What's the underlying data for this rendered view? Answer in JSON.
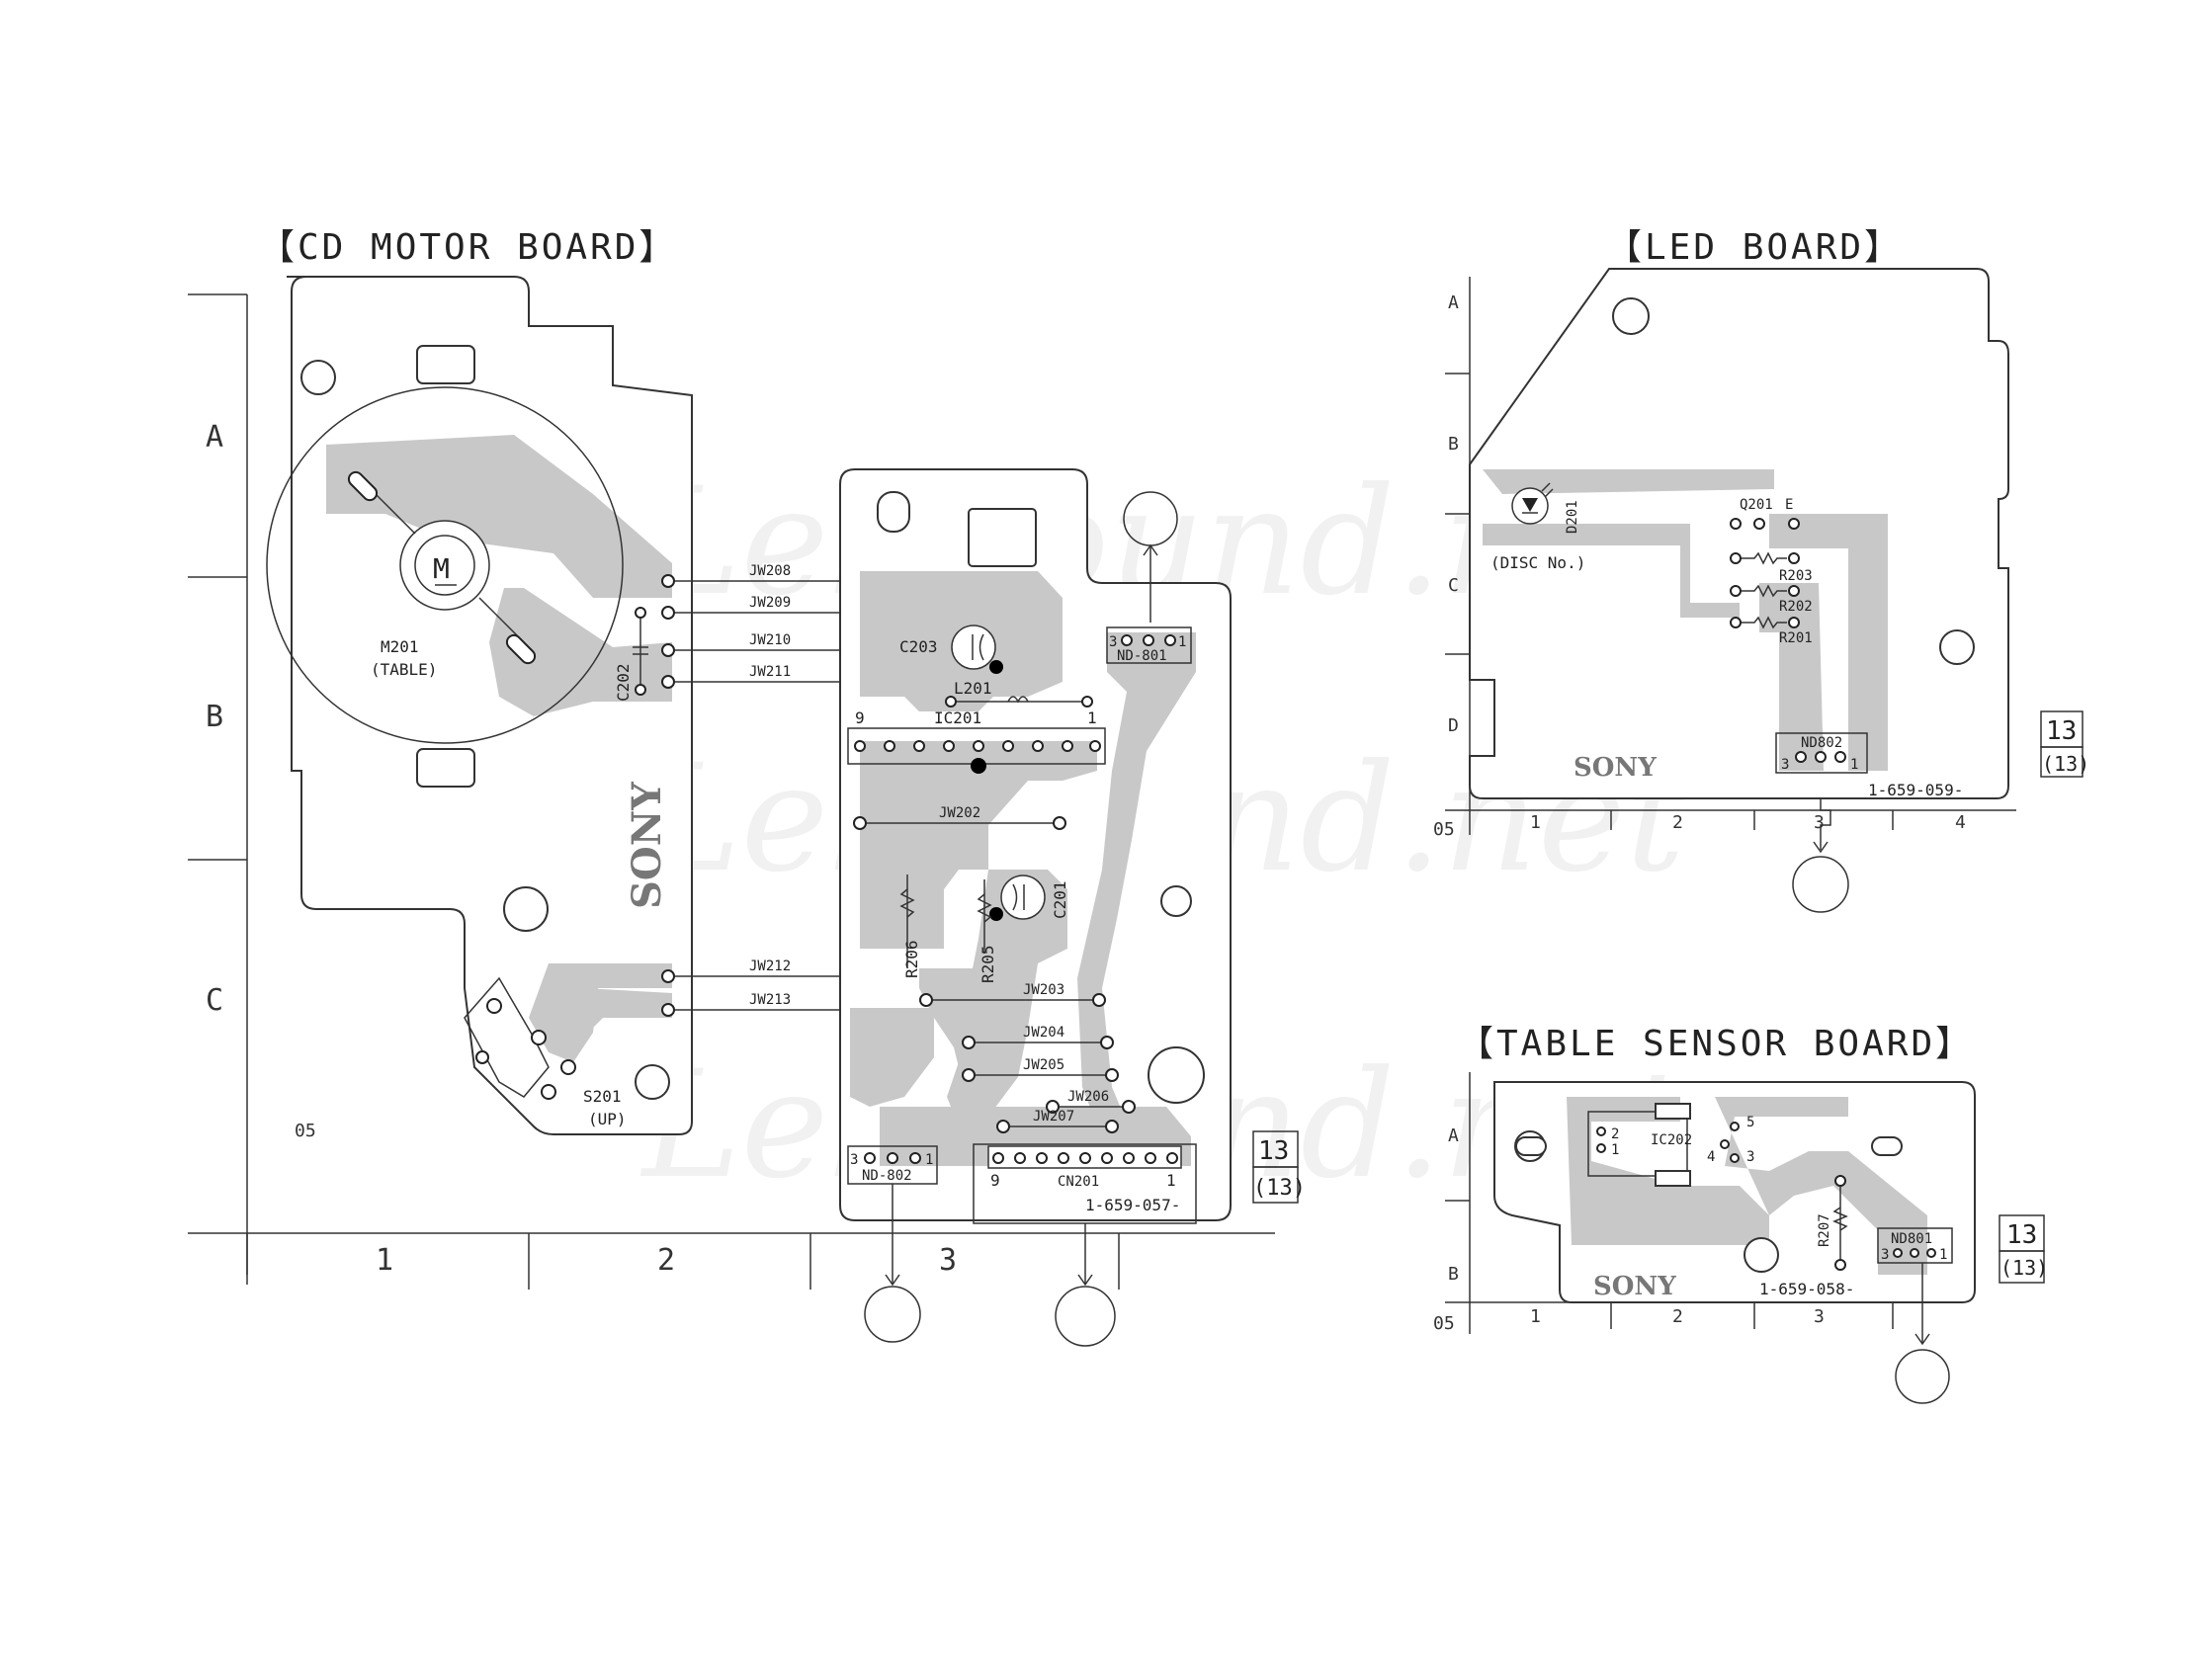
{
  "watermark": "LekSound.net",
  "cd_motor_board": {
    "title": "【CD MOTOR BOARD】",
    "row_labels": [
      "A",
      "B",
      "C"
    ],
    "col_labels": [
      "1",
      "2",
      "3"
    ],
    "corner_code": "05",
    "part_number": "1-659-057-",
    "brand": "SONY",
    "page_ref": "13",
    "page_ref_paren": "(13)",
    "motor": {
      "symbol": "M",
      "ref": "M201",
      "name": "(TABLE)"
    },
    "switch": {
      "ref": "S201",
      "name": "(UP)"
    },
    "capacitors": [
      "C202",
      "C203",
      "C201"
    ],
    "coil": "L201",
    "ic": {
      "ref": "IC201",
      "pin_first": "9",
      "pin_last": "1"
    },
    "resistors": [
      "R206",
      "R205"
    ],
    "jumpers_left": [
      "JW208",
      "JW209",
      "JW210",
      "JW211",
      "JW212",
      "JW213"
    ],
    "jumpers_right": [
      "JW202",
      "JW203",
      "JW204",
      "JW205",
      "JW206",
      "JW207"
    ],
    "nd801": {
      "ref": "ND-801",
      "pin_left": "3",
      "pin_right": "1"
    },
    "nd802": {
      "ref": "ND-802",
      "pin_left": "3",
      "pin_right": "1"
    },
    "cn201": {
      "ref": "CN201",
      "pin_left": "9",
      "pin_right": "1"
    }
  },
  "led_board": {
    "title": "【LED BOARD】",
    "row_labels": [
      "A",
      "B",
      "C",
      "D"
    ],
    "col_labels": [
      "1",
      "2",
      "3",
      "4"
    ],
    "corner_code": "05",
    "part_number": "1-659-059-",
    "brand": "SONY",
    "page_ref": "13",
    "page_ref_paren": "(13)",
    "diode": {
      "ref": "D201",
      "name": "(DISC No.)"
    },
    "transistor": "Q201",
    "transistor_pin": "E",
    "resistors": [
      "R203",
      "R202",
      "R201"
    ],
    "connector": {
      "ref": "ND802",
      "pin_left": "3",
      "pin_right": "1"
    }
  },
  "table_sensor_board": {
    "title": "【TABLE SENSOR BOARD】",
    "row_labels": [
      "A",
      "B"
    ],
    "col_labels": [
      "1",
      "2",
      "3"
    ],
    "corner_code": "05",
    "part_number": "1-659-058-",
    "brand": "SONY",
    "page_ref": "13",
    "page_ref_paren": "(13)",
    "ic": {
      "ref": "IC202",
      "pins": [
        "2",
        "1",
        "5",
        "4",
        "3"
      ]
    },
    "resistor": "R207",
    "connector": {
      "ref": "ND801",
      "pin_left": "3",
      "pin_right": "1"
    }
  }
}
